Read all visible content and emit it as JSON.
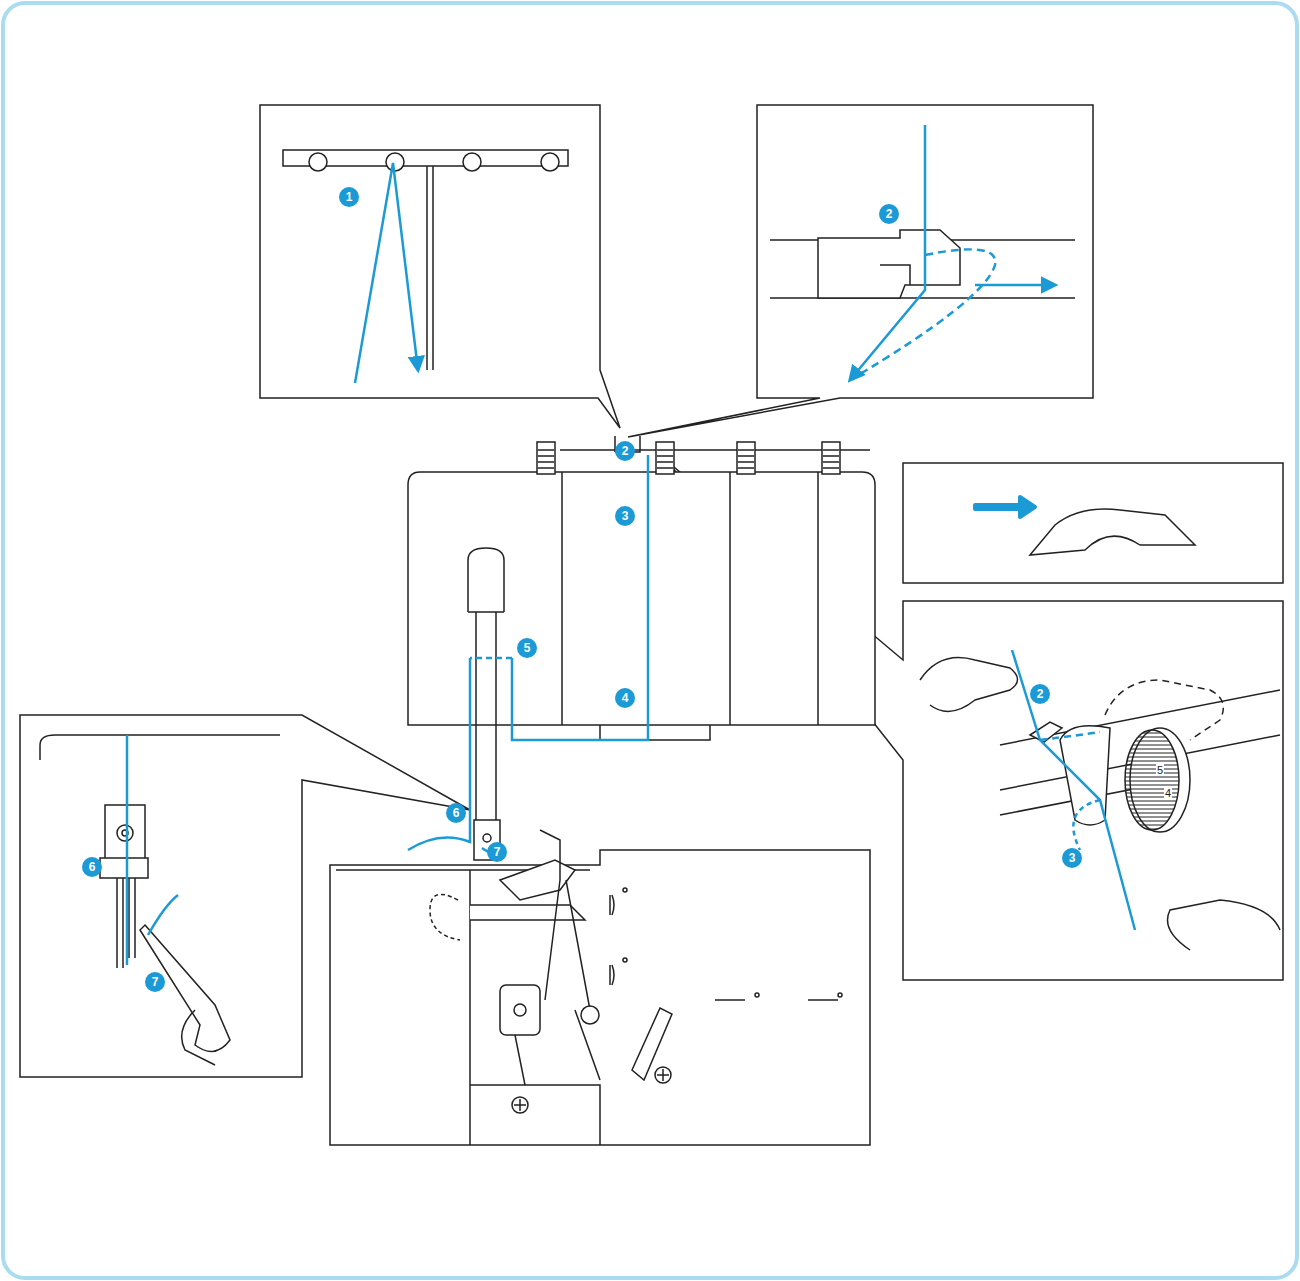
{
  "diagram": {
    "labels": [
      "1",
      "2",
      "2",
      "3",
      "5",
      "4",
      "6",
      "7",
      "2",
      "5",
      "4",
      "3",
      "6",
      "7"
    ]
  }
}
